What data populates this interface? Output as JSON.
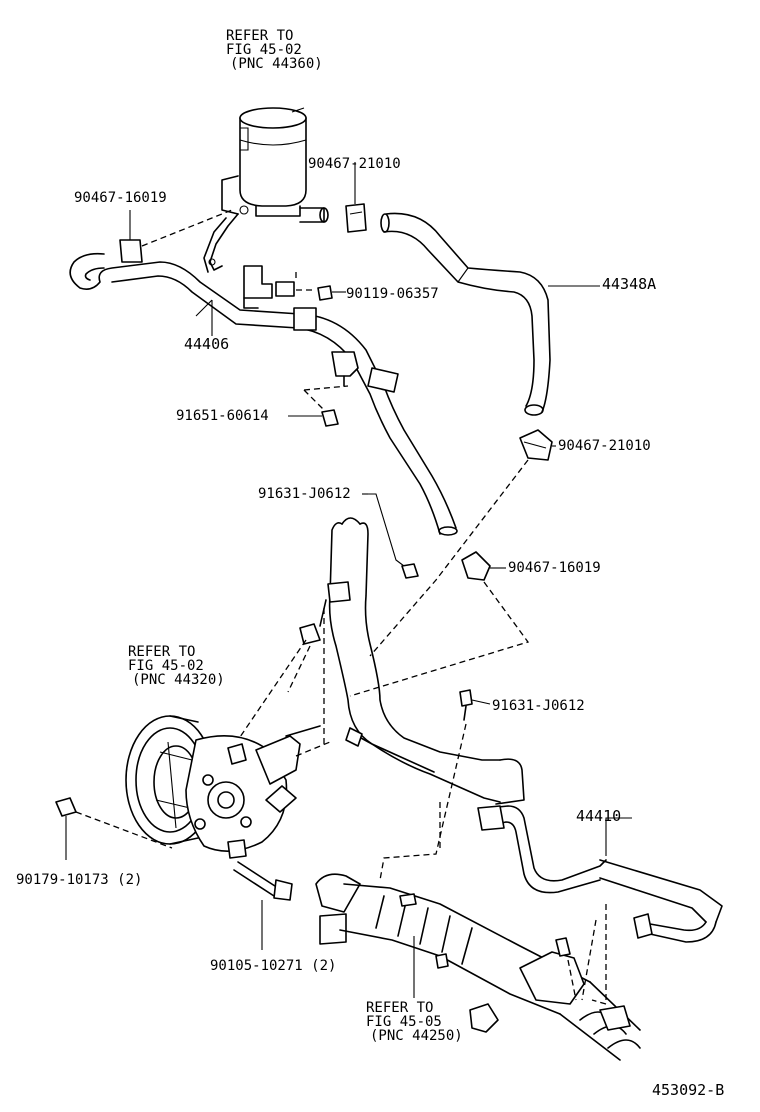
{
  "refer_reservoir": {
    "line1": "REFER TO",
    "line2": "FIG 45-02",
    "line3": "(PNC 44360)"
  },
  "refer_pump": {
    "line1": "REFER TO",
    "line2": "FIG 45-02",
    "line3": "(PNC 44320)"
  },
  "refer_rack": {
    "line1": "REFER TO",
    "line2": "FIG 45-05",
    "line3": "(PNC 44250)"
  },
  "parts": {
    "p90467_21010_top": "90467-21010",
    "p90467_16019_top": "90467-16019",
    "p90119_06357": "90119-06357",
    "p44348A": "44348A",
    "p44406": "44406",
    "p91651_60614": "91651-60614",
    "p90467_21010_mid": "90467-21010",
    "p91631_J0612_top": "91631-J0612",
    "p90467_16019_mid": "90467-16019",
    "p91631_J0612_mid": "91631-J0612",
    "p44410": "44410",
    "p90179_10173": "90179-10173 (2)",
    "p90105_10271": "90105-10271 (2)"
  },
  "diagram_id": "453092-B"
}
